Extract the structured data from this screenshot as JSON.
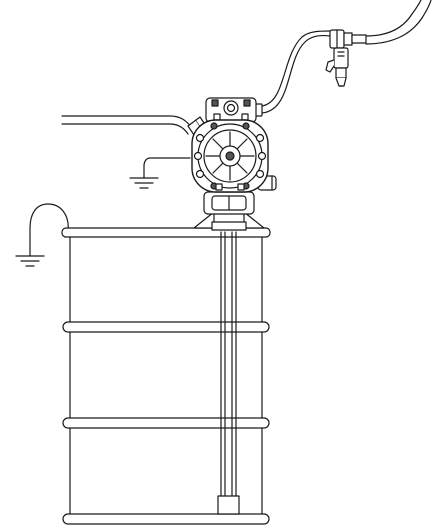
{
  "diagram": {
    "components": {
      "drum": "drum",
      "pump": "diaphragm-pump",
      "air_supply_hose": "air-supply-hose",
      "discharge_hose": "discharge-hose",
      "dispense_valve": "dispense-valve",
      "suction_tube": "suction-tube",
      "pump_ground": "pump-ground",
      "drum_ground": "drum-ground"
    },
    "colors": {
      "stroke": "#1a1a1a",
      "fill": "#ffffff",
      "shade": "#555555"
    }
  }
}
